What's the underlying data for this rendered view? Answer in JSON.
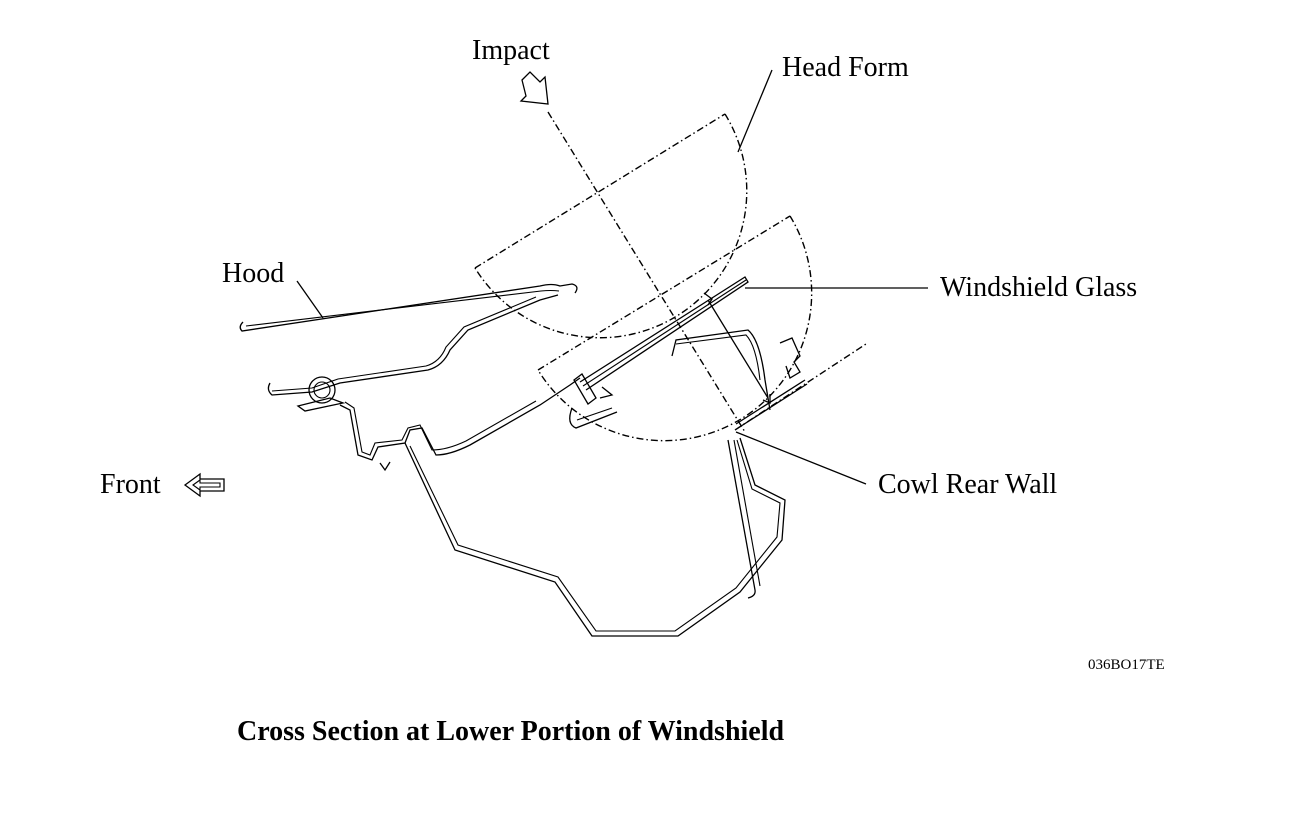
{
  "labels": {
    "impact": "Impact",
    "head_form": "Head Form",
    "hood": "Hood",
    "windshield_glass": "Windshield Glass",
    "front": "Front",
    "cowl_rear_wall": "Cowl Rear Wall"
  },
  "figure_code": "036BO17TE",
  "caption": "Cross Section at Lower Portion of Windshield"
}
